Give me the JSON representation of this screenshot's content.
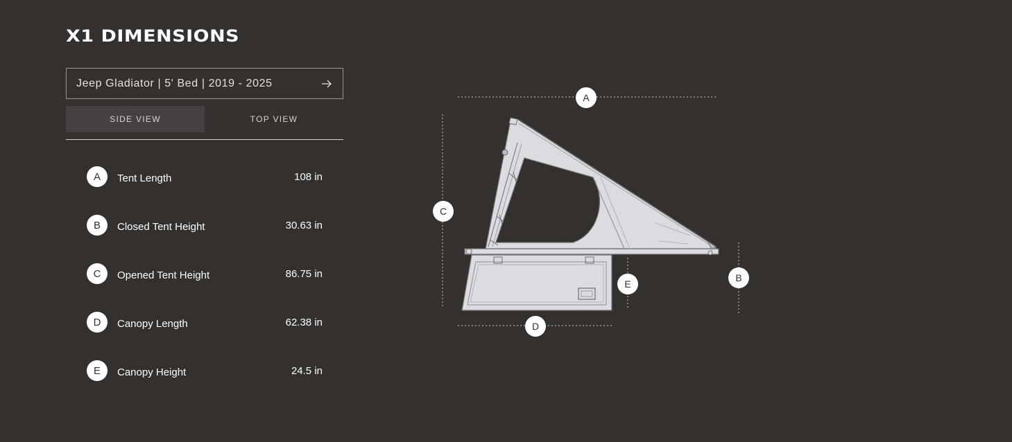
{
  "title": "X1 DIMENSIONS",
  "vehicle_select": {
    "label": "Jeep Gladiator | 5' Bed | 2019 - 2025",
    "icon": "arrow-right-icon"
  },
  "tabs": [
    {
      "label": "SIDE VIEW",
      "active": true
    },
    {
      "label": "TOP VIEW",
      "active": false
    }
  ],
  "dimensions": [
    {
      "key": "A",
      "label": "Tent Length",
      "value": "108 in"
    },
    {
      "key": "B",
      "label": "Closed Tent Height",
      "value": "30.63 in"
    },
    {
      "key": "C",
      "label": "Opened Tent Height",
      "value": "86.75 in"
    },
    {
      "key": "D",
      "label": "Canopy Length",
      "value": "62.38 in"
    },
    {
      "key": "E",
      "label": "Canopy Height",
      "value": "24.5 in"
    }
  ],
  "colors": {
    "background": "#33302d",
    "text": "#ffffff",
    "active_tab": "#444140",
    "drawing_fill": "#dcdbe0",
    "drawing_stroke": "#6e6c70"
  }
}
